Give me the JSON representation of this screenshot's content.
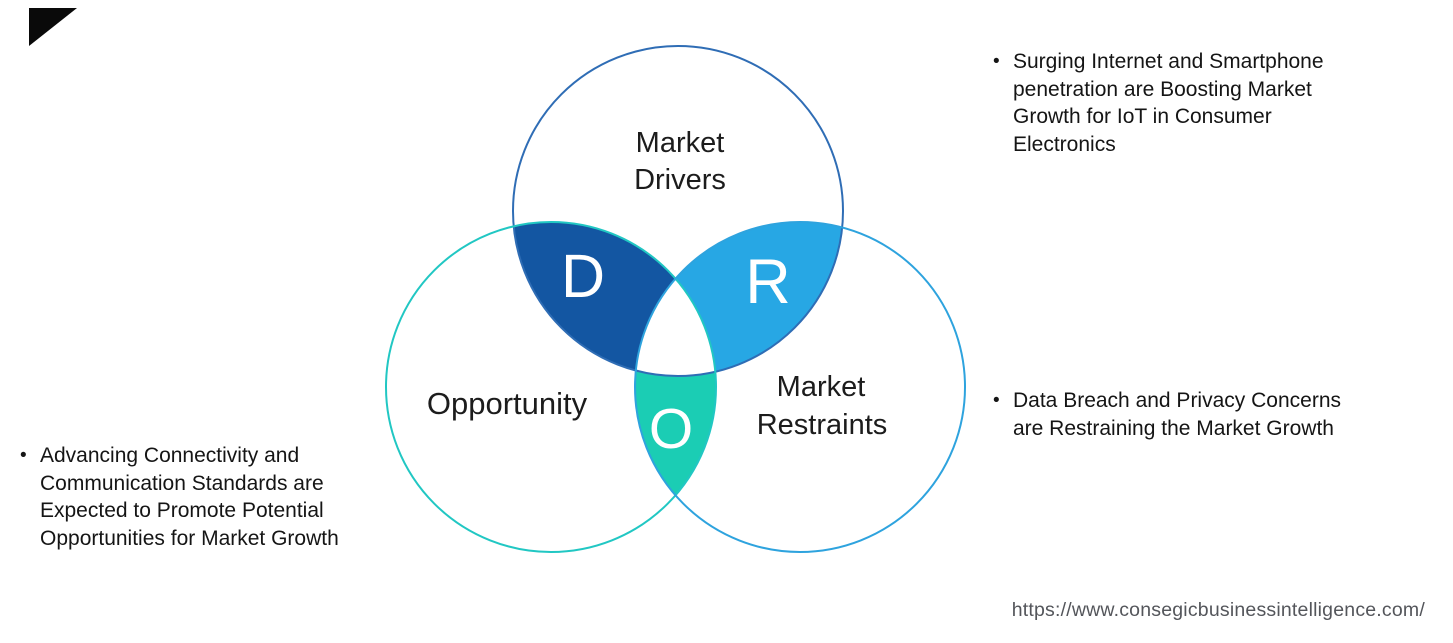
{
  "venn": {
    "drivers": {
      "label_line1": "Market",
      "label_line2": "Drivers",
      "letter": "D"
    },
    "opportunity": {
      "label": "Opportunity",
      "letter": "O"
    },
    "restraints": {
      "label_line1": "Market",
      "label_line2": "Restraints",
      "letter": "R"
    }
  },
  "notes": {
    "drivers": {
      "bullet": "•",
      "lines": [
        "Surging Internet and Smartphone",
        "penetration are Boosting Market",
        "Growth for IoT in Consumer",
        "Electronics"
      ]
    },
    "restraints": {
      "bullet": "•",
      "lines": [
        "Data Breach and Privacy Concerns",
        "are Restraining the Market Growth"
      ]
    },
    "opportunity": {
      "bullet": "•",
      "lines": [
        "Advancing Connectivity and",
        "Communication Standards are",
        "Expected to Promote Potential",
        "Opportunities for Market Growth"
      ]
    }
  },
  "footer": {
    "url": "https://www.consegicbusinessintelligence.com/"
  },
  "colors": {
    "drivers_circle_stroke": "#2f6db5",
    "opportunity_circle_stroke": "#21c7c3",
    "restraints_circle_stroke": "#2ea3de",
    "drivers_lens_fill": "#1356a2",
    "restraints_lens_fill": "#27a7e4",
    "opportunity_lens_fill": "#1bcdb4",
    "corner_triangle": "#0a0a0a",
    "url_text": "#54565b"
  }
}
